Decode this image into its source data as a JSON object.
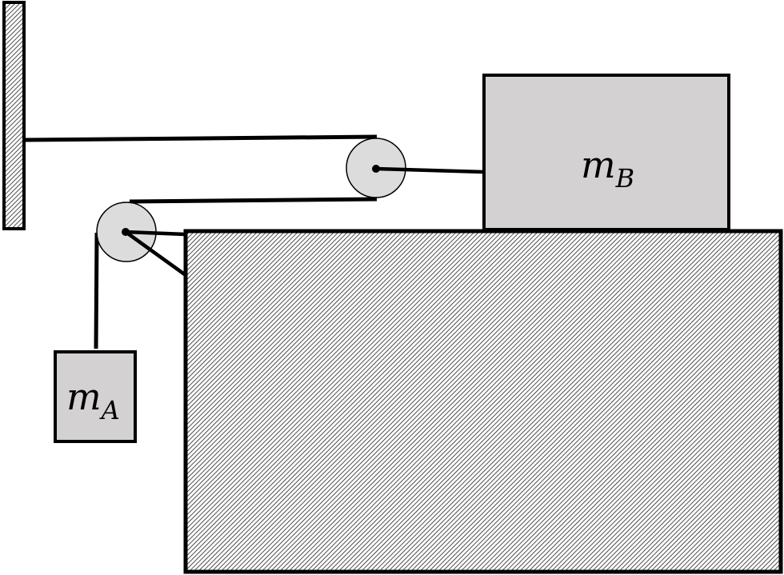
{
  "diagram": {
    "mass_a": {
      "symbol": "m",
      "subscript": "A"
    },
    "mass_b": {
      "symbol": "m",
      "subscript": "B"
    }
  },
  "colors": {
    "block_fill": "#d3d1d2",
    "pulley_fill": "#dcdcdc",
    "hatch_line": "#000000",
    "stroke": "#000000",
    "background": "#ffffff"
  }
}
